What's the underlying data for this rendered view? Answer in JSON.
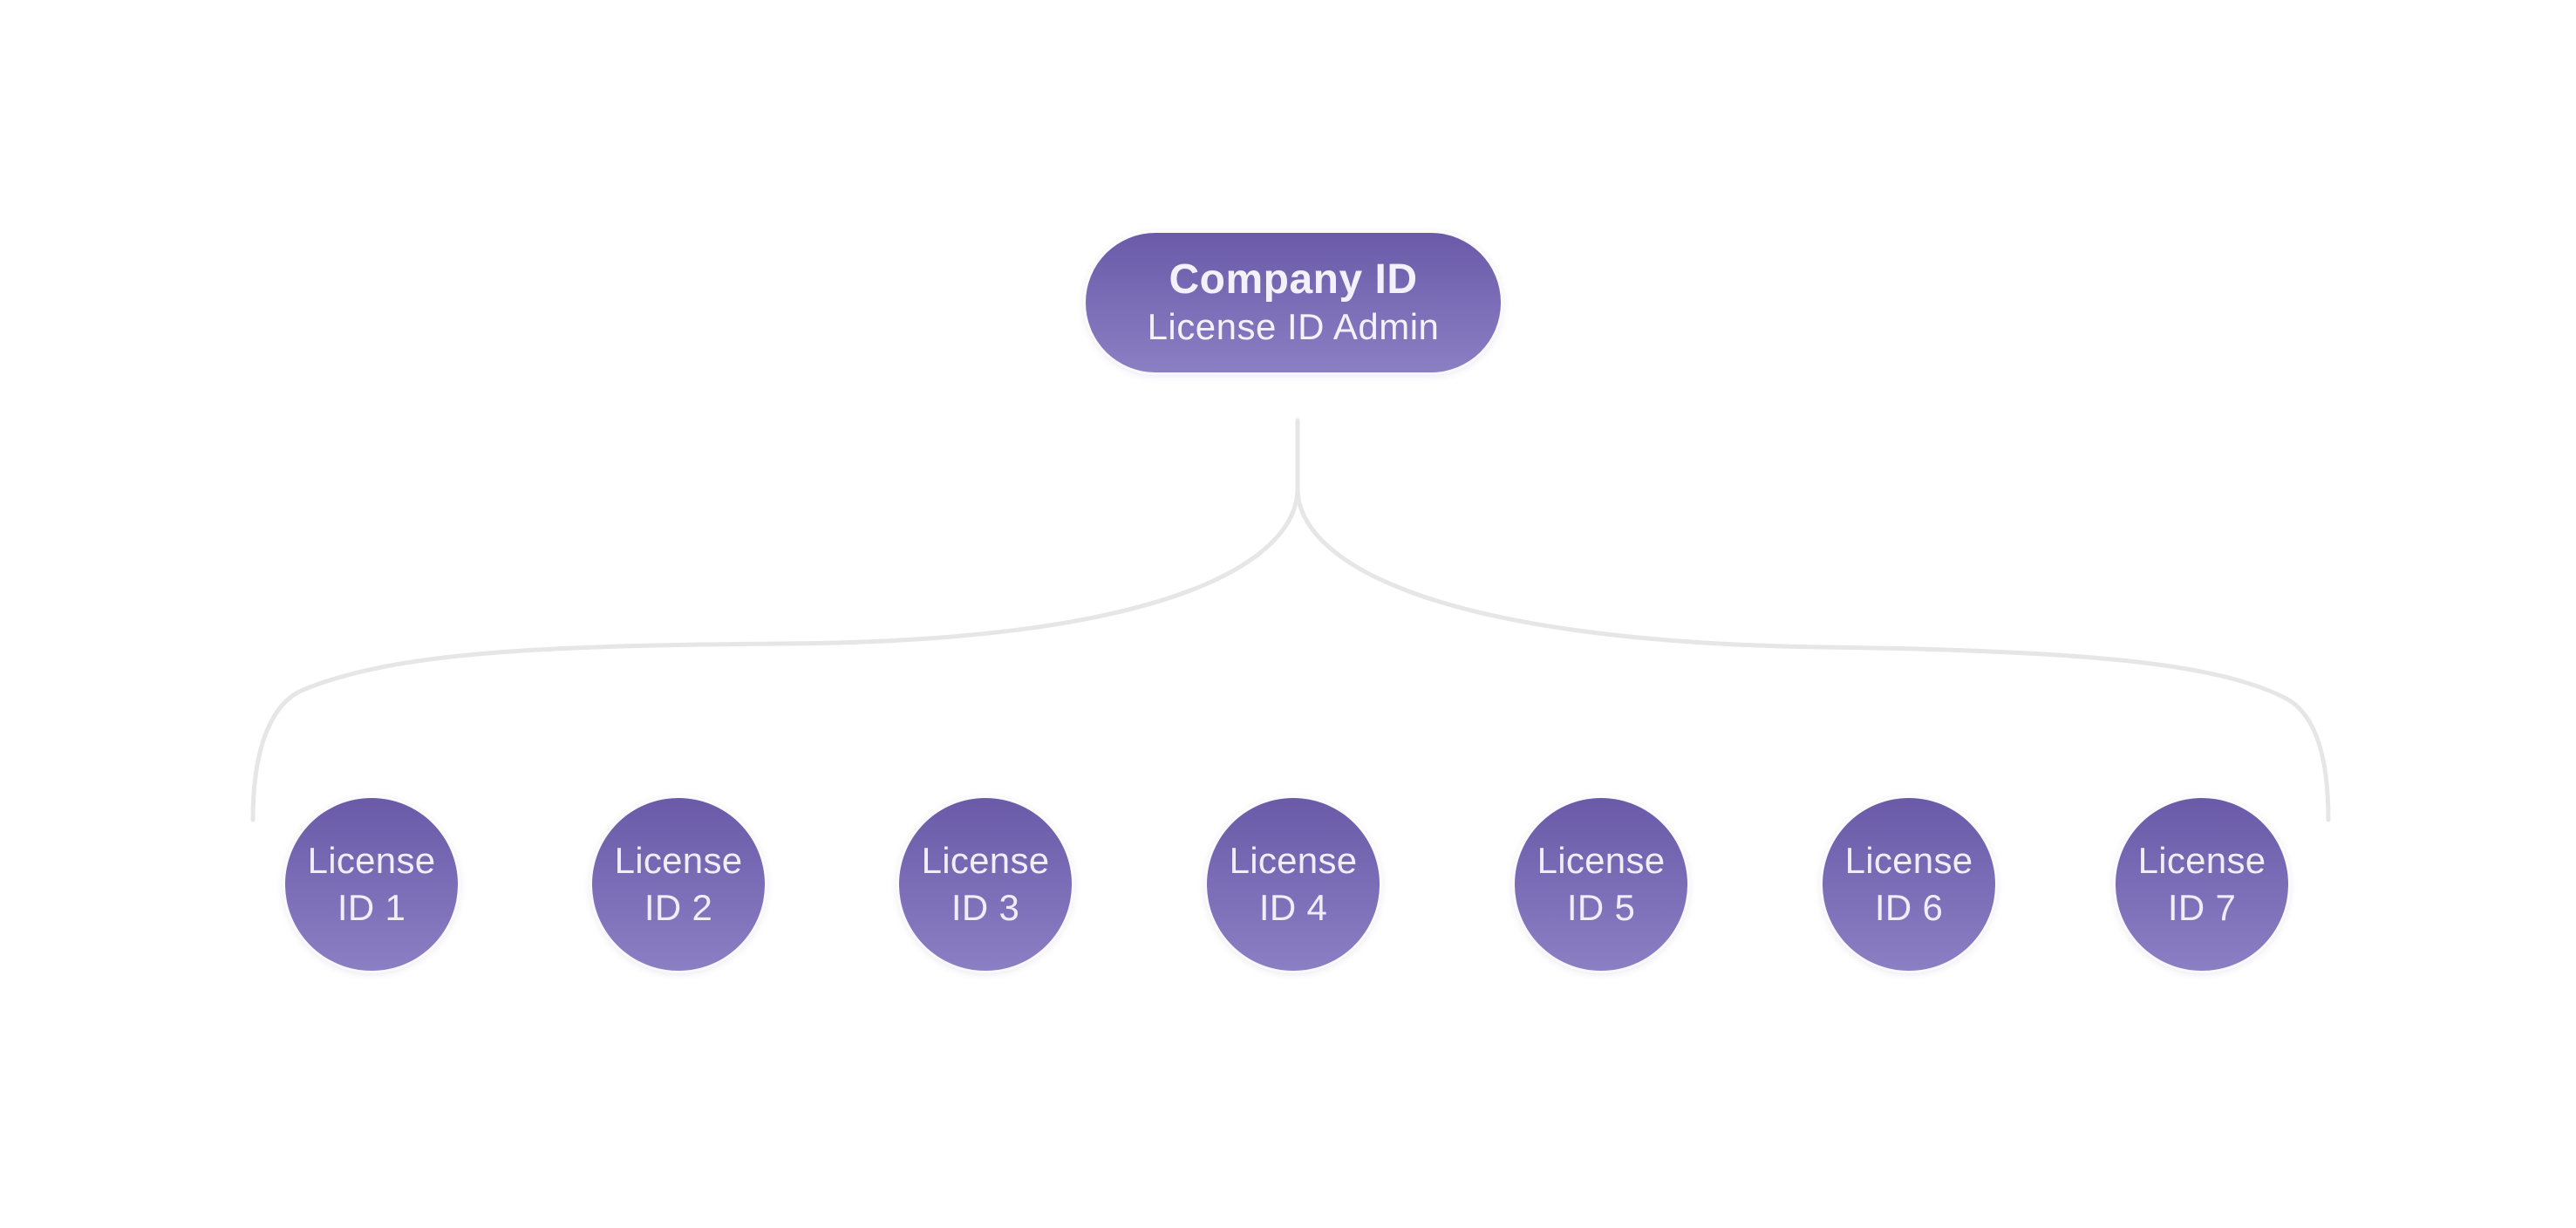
{
  "colors": {
    "node_top": "#6a5aa8",
    "node_bottom": "#8b7fc4",
    "connector": "#e6e6e6"
  },
  "root": {
    "title": "Company ID",
    "subtitle": "License ID Admin"
  },
  "children": [
    {
      "line1": "License",
      "line2": "ID 1"
    },
    {
      "line1": "License",
      "line2": "ID 2"
    },
    {
      "line1": "License",
      "line2": "ID 3"
    },
    {
      "line1": "License",
      "line2": "ID 4"
    },
    {
      "line1": "License",
      "line2": "ID 5"
    },
    {
      "line1": "License",
      "line2": "ID 6"
    },
    {
      "line1": "License",
      "line2": "ID 7"
    }
  ]
}
